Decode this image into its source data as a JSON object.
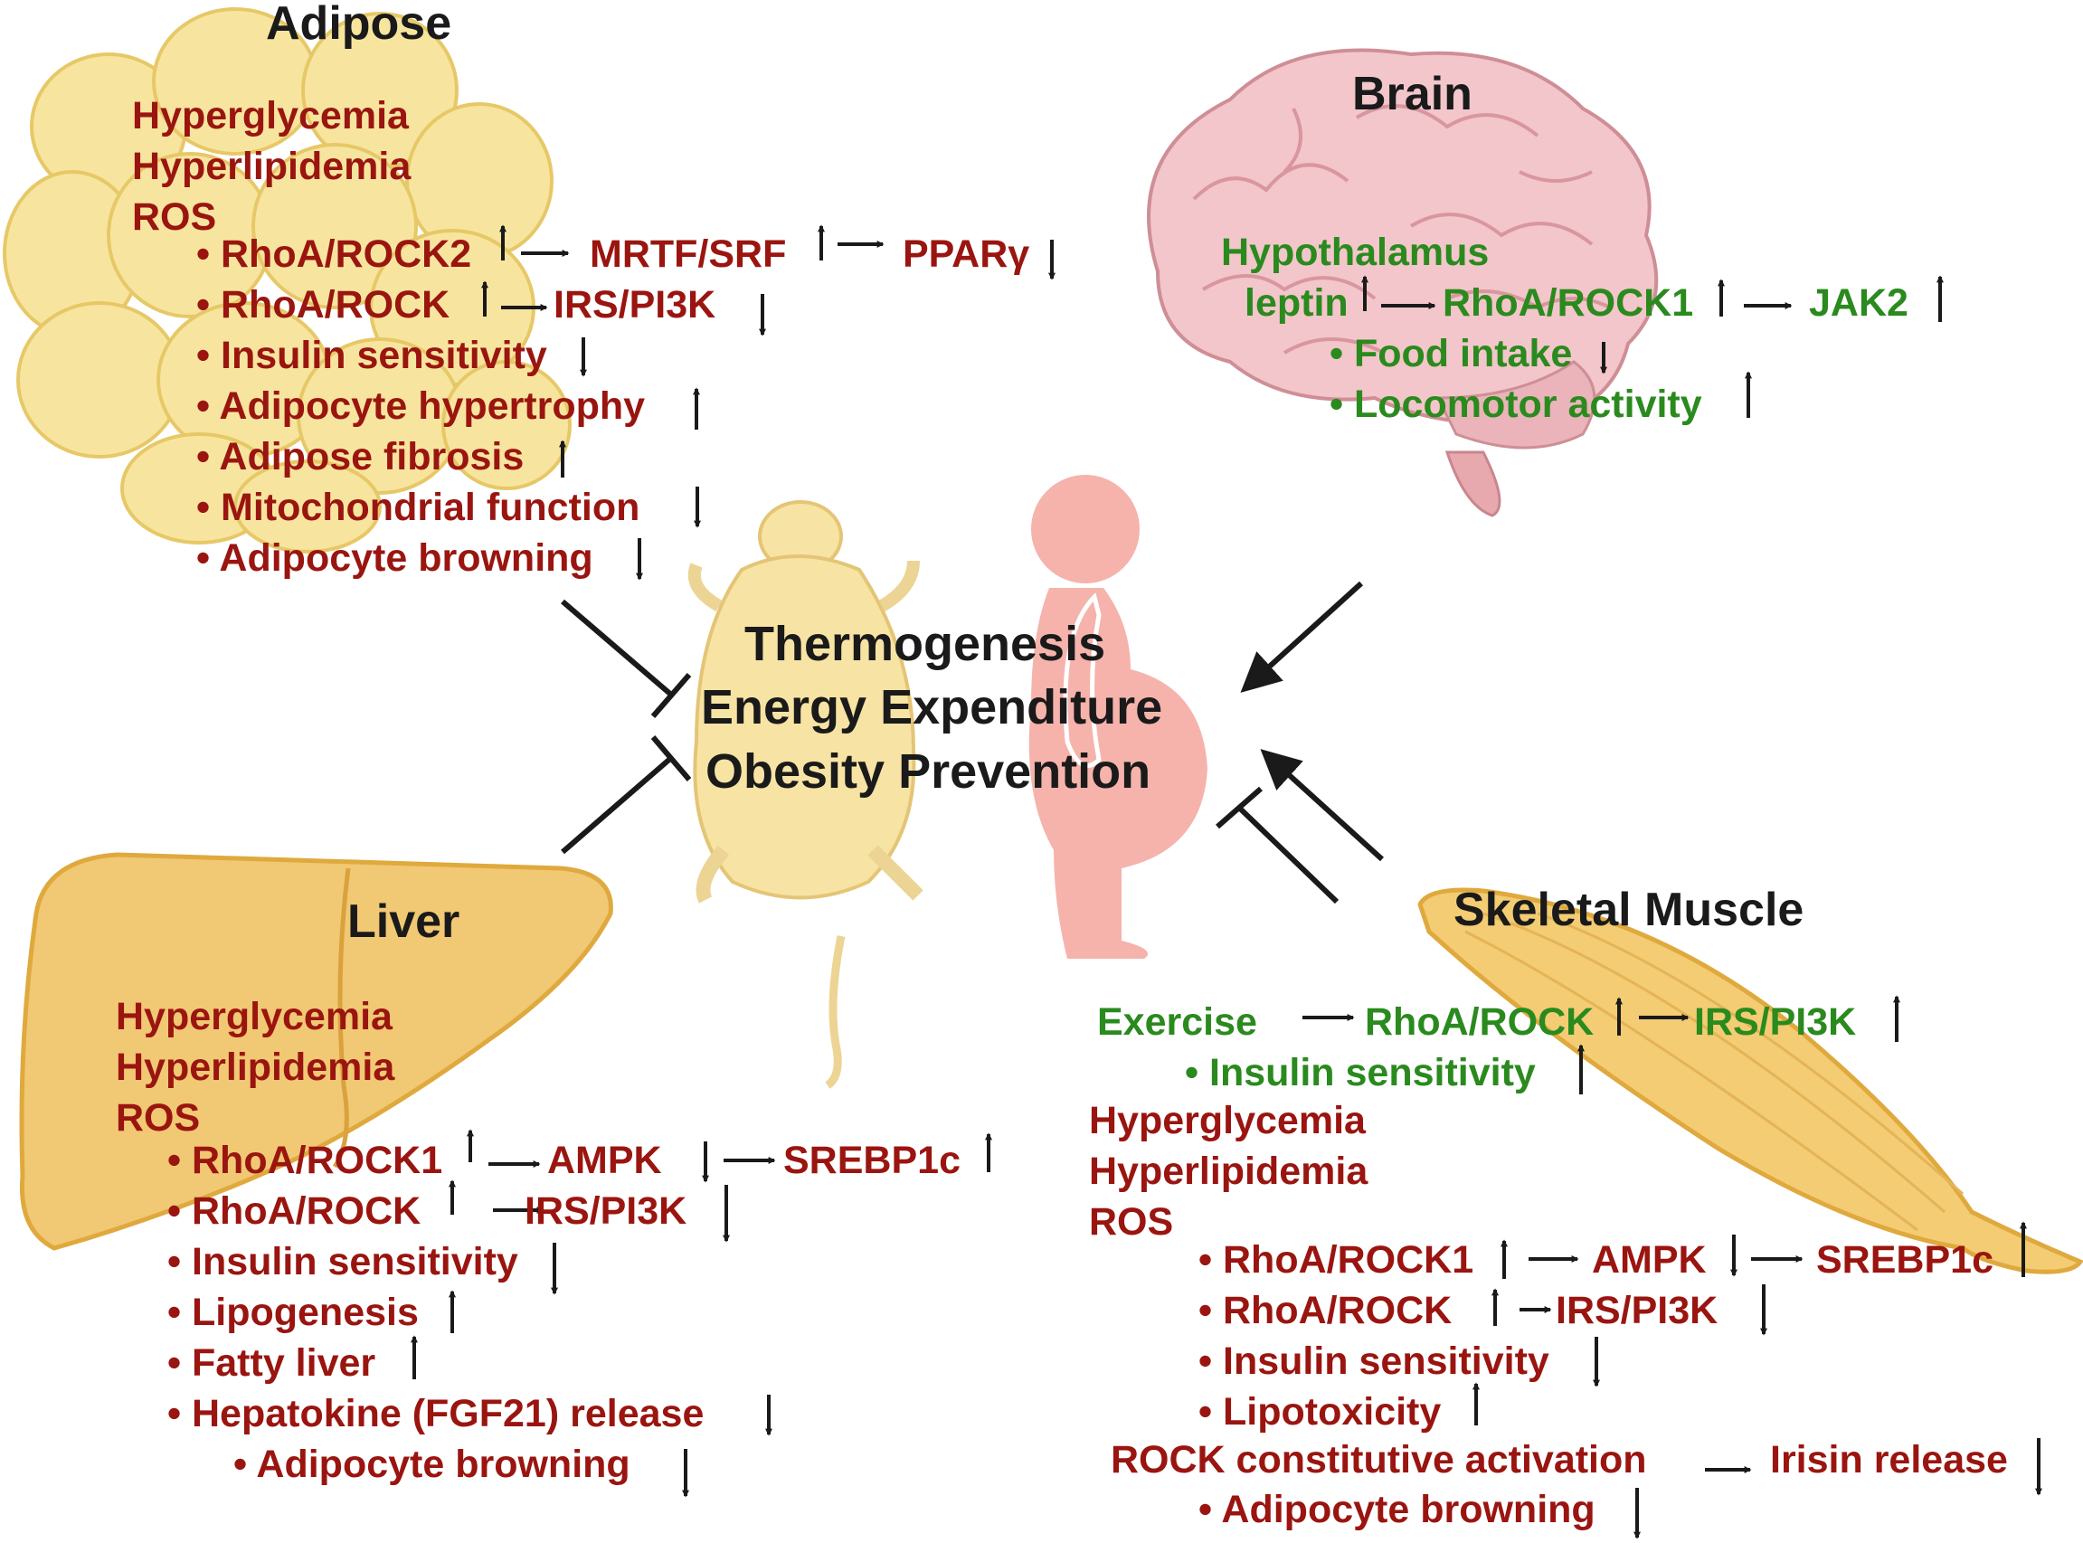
{
  "colors": {
    "effect": "#9a1510",
    "beneficial": "#2a8a1e",
    "heading": "#1a1a1a",
    "arrow": "#1a1a1a"
  },
  "icons": [
    "adipose-cells-icon",
    "brain-icon",
    "liver-icon",
    "skeletal-muscle-icon",
    "mouse-icon",
    "obese-person-icon",
    "up-arrow-icon",
    "down-arrow-icon",
    "right-arrow-icon",
    "inhibition-arrow-icon"
  ],
  "center": {
    "line1": "Thermogenesis",
    "line2": "Energy Expenditure",
    "line3": "Obesity Prevention"
  },
  "adipose": {
    "title": "Adipose",
    "conditions": [
      "Hyperglycemia",
      "Hyperlipidemia",
      "ROS"
    ],
    "items": [
      "• RhoA/ROCK2",
      "MRTF/SRF",
      "PPARγ",
      "• RhoA/ROCK",
      "IRS/PI3K",
      "• Insulin sensitivity",
      "• Adipocyte hypertrophy",
      "• Adipose fibrosis",
      "• Mitochondrial function",
      "• Adipocyte browning"
    ]
  },
  "brain": {
    "title": "Brain",
    "region": "Hypothalamus",
    "items": [
      "leptin",
      "RhoA/ROCK1",
      "JAK2",
      "• Food intake",
      "• Locomotor activity"
    ]
  },
  "liver": {
    "title": "Liver",
    "conditions": [
      "Hyperglycemia",
      "Hyperlipidemia",
      "ROS"
    ],
    "items": [
      "• RhoA/ROCK1",
      "AMPK",
      "SREBP1c",
      "• RhoA/ROCK",
      "IRS/PI3K",
      "• Insulin sensitivity",
      "• Lipogenesis",
      "• Fatty liver",
      "• Hepatokine (FGF21) release",
      "• Adipocyte browning"
    ]
  },
  "muscle": {
    "title": "Skeletal Muscle",
    "exercise": [
      "Exercise",
      "RhoA/ROCK",
      "IRS/PI3K",
      "• Insulin sensitivity"
    ],
    "conditions": [
      "Hyperglycemia",
      "Hyperlipidemia",
      "ROS"
    ],
    "items": [
      "• RhoA/ROCK1",
      "AMPK",
      "SREBP1c",
      "• RhoA/ROCK",
      "IRS/PI3K",
      "• Insulin sensitivity",
      "• Lipotoxicity",
      "ROCK constitutive activation",
      "Irisin release",
      "• Adipocyte browning"
    ]
  }
}
